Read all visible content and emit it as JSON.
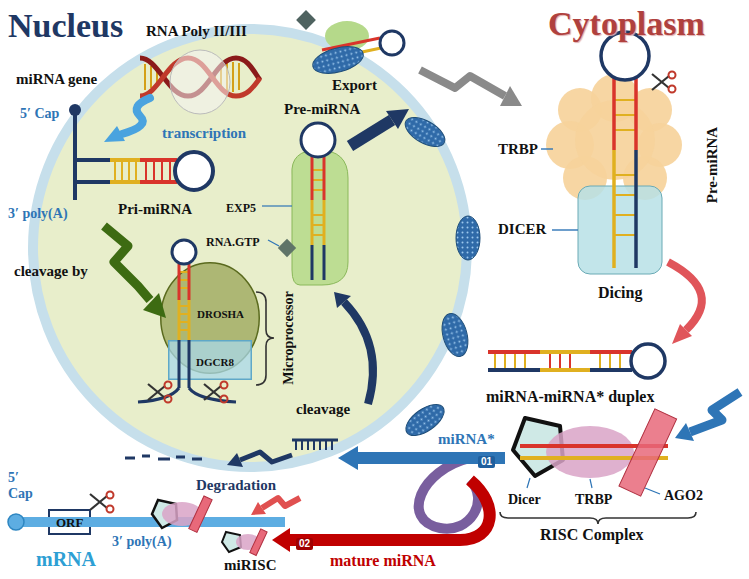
{
  "diagram": {
    "nodes": [
      {
        "text": [
          "Nucleus"
        ]
      },
      {
        "text": [
          "DROSHA"
        ],
        "in": 0
      },
      {
        "text": [
          "DGCR8"
        ],
        "in": 0
      },
      {
        "text": [
          "ORF"
        ]
      }
    ],
    "labels": [
      "Cytoplasm",
      "RNA Poly II/III",
      "miRNA gene",
      "5′ Cap",
      "transcription",
      "3′ poly(A)",
      "Pri-miRNA",
      "cleavage by",
      "Pre-miRNA",
      "Export",
      "EXP5",
      "RNA.GTP",
      "TRBP",
      "DICER",
      "Pre-miRNA",
      "Microprocessor",
      "cleavage",
      "Dicing",
      "miRNA-miRNA* duplex",
      "miRNA*",
      "01",
      "Degradation",
      "Dicer",
      "TRBP",
      "AGO2",
      "5′ Cap",
      "RISC Complex",
      "02",
      "mature miRNA",
      "mRNA",
      "3′ poly(A)",
      "miRISC"
    ]
  }
}
